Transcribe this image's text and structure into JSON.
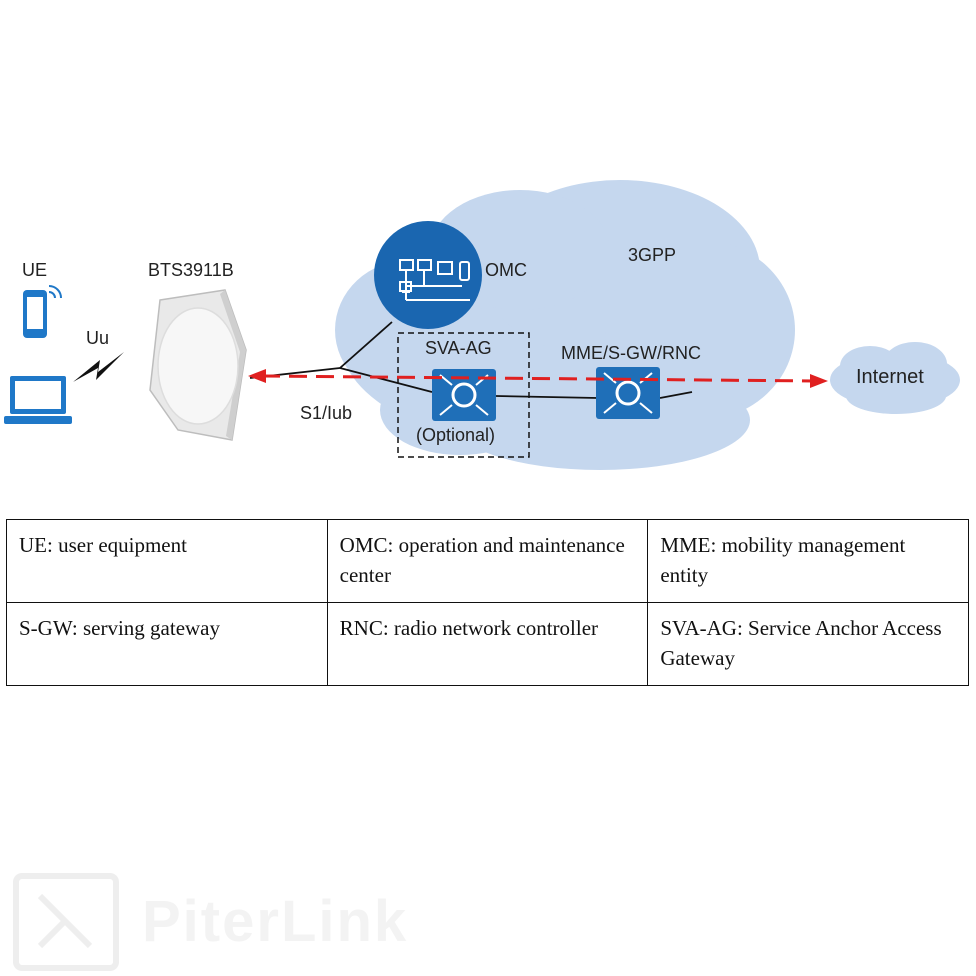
{
  "diagram": {
    "labels": {
      "ue": "UE",
      "bts": "BTS3911B",
      "uu": "Uu",
      "omc": "OMC",
      "cloud_3gpp": "3GPP",
      "sva_ag": "SVA-AG",
      "optional": "(Optional)",
      "mme": "MME/S-GW/RNC",
      "internet": "Internet",
      "s1": "S1/Iub"
    },
    "colors": {
      "cloud": "#c5d7ee",
      "router_blue": "#1f6fb8",
      "omc_blue": "#1a66b0",
      "data_path": "#e02020",
      "device_blue": "#1f78c8"
    }
  },
  "legend": {
    "rows": [
      [
        "UE: user equipment",
        "OMC: operation and maintenance center",
        "MME: mobility management entity"
      ],
      [
        "S-GW: serving gateway",
        "RNC: radio network controller",
        "SVA-AG: Service Anchor Access Gateway"
      ]
    ]
  },
  "watermark": {
    "text": "PiterLink"
  }
}
